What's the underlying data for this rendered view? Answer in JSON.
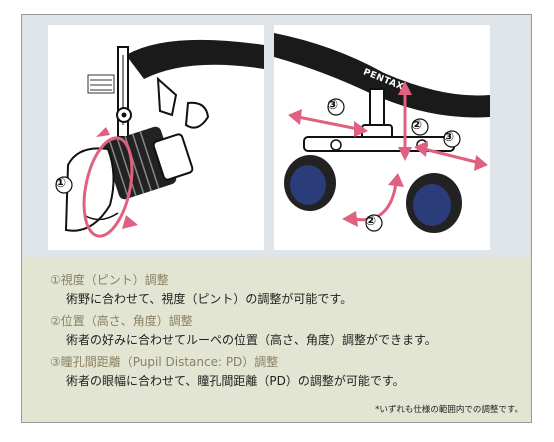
{
  "items": [
    {
      "title": "①視度（ピント）調整",
      "desc": "術野に合わせて、視度（ピント）の調整が可能です。"
    },
    {
      "title": "②位置（高さ、角度）調整",
      "desc": "術者の好みに合わせてルーペの位置（高さ、角度）調整ができます。"
    },
    {
      "title": "③瞳孔間距離（Pupil Distance: PD）調整",
      "desc": "術者の眼幅に合わせて、瞳孔間距離（PD）の調整が可能です。"
    }
  ],
  "footnote": "*いずれも仕様の範囲内での調整です。",
  "badges": {
    "b1": "①",
    "b2": "②",
    "b3": "③"
  },
  "brand": "PENTAX",
  "colors": {
    "arrow": "#e06080",
    "background": "#dfe4e9",
    "notes_bg": "#e3e5d3",
    "title_text": "#8a8060"
  }
}
